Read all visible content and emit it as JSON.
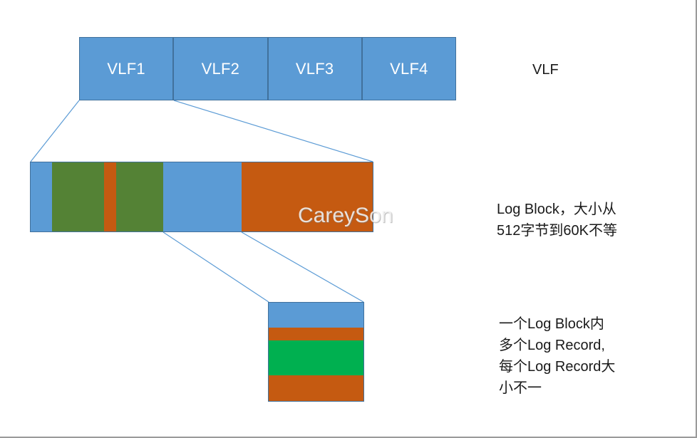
{
  "diagram": {
    "title": "SQL Server transaction log structure",
    "colors": {
      "blue": "#5b9bd5",
      "blue_border": "#41719c",
      "olive_green": "#548235",
      "bright_green": "#00b050",
      "orange": "#c55a11",
      "connector": "#5b9bd5",
      "text": "#1a1a1a",
      "watermark": "#f5f5f5",
      "background": "#ffffff",
      "frame_border": "#9a9a9a"
    },
    "vlf_row": {
      "name": "VLF row",
      "cells": [
        {
          "label": "VLF1",
          "color": "#5b9bd5"
        },
        {
          "label": "VLF2",
          "color": "#5b9bd5"
        },
        {
          "label": "VLF3",
          "color": "#5b9bd5"
        },
        {
          "label": "VLF4",
          "color": "#5b9bd5"
        }
      ]
    },
    "log_block_row": {
      "name": "Log Block row",
      "segments": [
        {
          "index": 1,
          "color": "#5b9bd5",
          "width_pct": 6.2
        },
        {
          "index": 2,
          "color": "#548235",
          "width_pct": 15.2
        },
        {
          "index": 3,
          "color": "#c55a11",
          "width_pct": 3.7
        },
        {
          "index": 4,
          "color": "#548235",
          "width_pct": 13.7
        },
        {
          "index": 5,
          "color": "#5b9bd5",
          "width_pct": 22.8
        },
        {
          "index": 6,
          "color": "#c55a11",
          "width_pct": 38.4
        }
      ]
    },
    "record_stack": {
      "name": "Log Record stack",
      "segments": [
        {
          "index": 1,
          "color": "#5b9bd5",
          "height_pct": 25.7
        },
        {
          "index": 2,
          "color": "#c55a11",
          "height_pct": 12.9
        },
        {
          "index": 3,
          "color": "#00b050",
          "height_pct": 35.0
        },
        {
          "index": 4,
          "color": "#c55a11",
          "height_pct": 26.4
        }
      ]
    },
    "notes": {
      "vlf": "VLF",
      "log_block": "Log Block，大小从\n512字节到60K不等",
      "log_record": "一个Log Block内\n多个Log Record,\n每个Log Record大\n小不一"
    },
    "watermark": "CareySon"
  }
}
